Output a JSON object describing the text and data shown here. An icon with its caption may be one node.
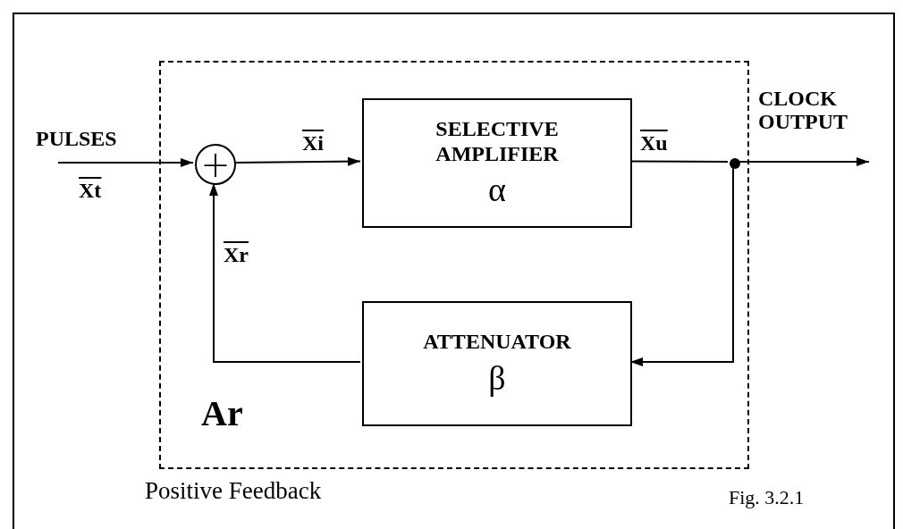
{
  "diagram": {
    "caption": "Fig. 3.2.1",
    "nodes": [
      {
        "text": [
          "Ar"
        ]
      },
      {
        "text": [
          "+"
        ],
        "in": 0
      },
      {
        "text": [
          "SELECTIVE AMPLIFIER",
          "α"
        ],
        "in": 0
      },
      {
        "text": [
          "ATTENUATOR",
          "β"
        ],
        "in": 0
      },
      {
        "text": [],
        "shape": "circle",
        "in": 0
      }
    ],
    "edges": [
      {
        "from": null,
        "to": 1,
        "arrow": "to"
      },
      {
        "from": 1,
        "to": 2,
        "arrow": "to"
      },
      {
        "from": 2,
        "to": 4,
        "arrow": "none"
      },
      {
        "from": 4,
        "to": null,
        "arrow": "to"
      },
      {
        "from": 4,
        "to": 3,
        "arrow": "to"
      },
      {
        "from": 3,
        "to": 1,
        "arrow": "to"
      }
    ],
    "labels": [
      "PULSES",
      "Xt",
      "Xi",
      "Xu",
      "CLOCK OUTPUT",
      "Xr",
      "Positive Feedback"
    ]
  }
}
